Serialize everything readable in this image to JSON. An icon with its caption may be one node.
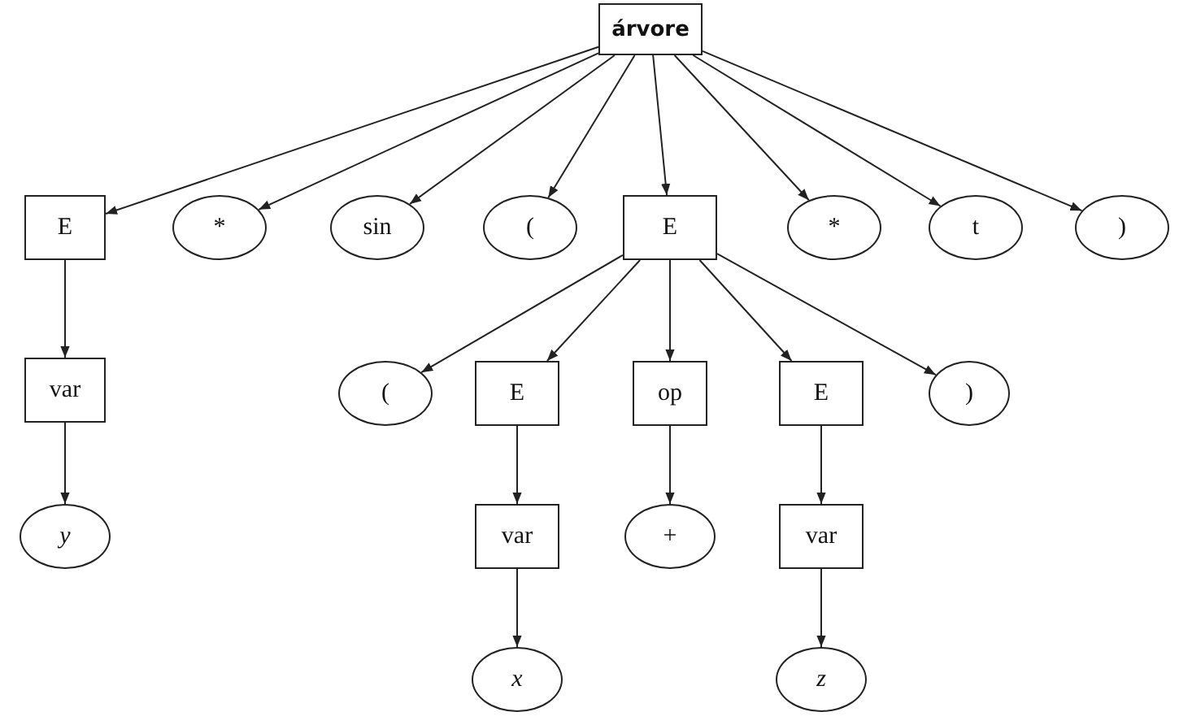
{
  "diagram": {
    "nodes": [
      {
        "text": [
          "árvore"
        ]
      },
      {
        "text": [
          "E"
        ]
      },
      {
        "text": [
          "*"
        ]
      },
      {
        "text": [
          "sin"
        ]
      },
      {
        "text": [
          "("
        ]
      },
      {
        "text": [
          "E"
        ]
      },
      {
        "text": [
          "*"
        ]
      },
      {
        "text": [
          "t"
        ]
      },
      {
        "text": [
          ")"
        ]
      },
      {
        "text": [
          "var"
        ]
      },
      {
        "text": [
          "("
        ]
      },
      {
        "text": [
          "E"
        ]
      },
      {
        "text": [
          "op"
        ]
      },
      {
        "text": [
          "E"
        ]
      },
      {
        "text": [
          ")"
        ]
      },
      {
        "text": [
          "y"
        ]
      },
      {
        "text": [
          "var"
        ]
      },
      {
        "text": [
          "+"
        ]
      },
      {
        "text": [
          "var"
        ]
      },
      {
        "text": [
          "x"
        ]
      },
      {
        "text": [
          "z"
        ]
      }
    ],
    "edges": [
      {
        "from": 0,
        "to": 1,
        "arrow": "to"
      },
      {
        "from": 0,
        "to": 2,
        "arrow": "to"
      },
      {
        "from": 0,
        "to": 3,
        "arrow": "to"
      },
      {
        "from": 0,
        "to": 4,
        "arrow": "to"
      },
      {
        "from": 0,
        "to": 5,
        "arrow": "to"
      },
      {
        "from": 0,
        "to": 6,
        "arrow": "to"
      },
      {
        "from": 0,
        "to": 7,
        "arrow": "to"
      },
      {
        "from": 0,
        "to": 8,
        "arrow": "to"
      },
      {
        "from": 1,
        "to": 9,
        "arrow": "to"
      },
      {
        "from": 9,
        "to": 15,
        "arrow": "to"
      },
      {
        "from": 5,
        "to": 10,
        "arrow": "to"
      },
      {
        "from": 5,
        "to": 11,
        "arrow": "to"
      },
      {
        "from": 5,
        "to": 12,
        "arrow": "to"
      },
      {
        "from": 5,
        "to": 13,
        "arrow": "to"
      },
      {
        "from": 5,
        "to": 14,
        "arrow": "to"
      },
      {
        "from": 11,
        "to": 16,
        "arrow": "to"
      },
      {
        "from": 16,
        "to": 19,
        "arrow": "to"
      },
      {
        "from": 12,
        "to": 17,
        "arrow": "to"
      },
      {
        "from": 13,
        "to": 18,
        "arrow": "to"
      },
      {
        "from": 18,
        "to": 20,
        "arrow": "to"
      }
    ]
  }
}
